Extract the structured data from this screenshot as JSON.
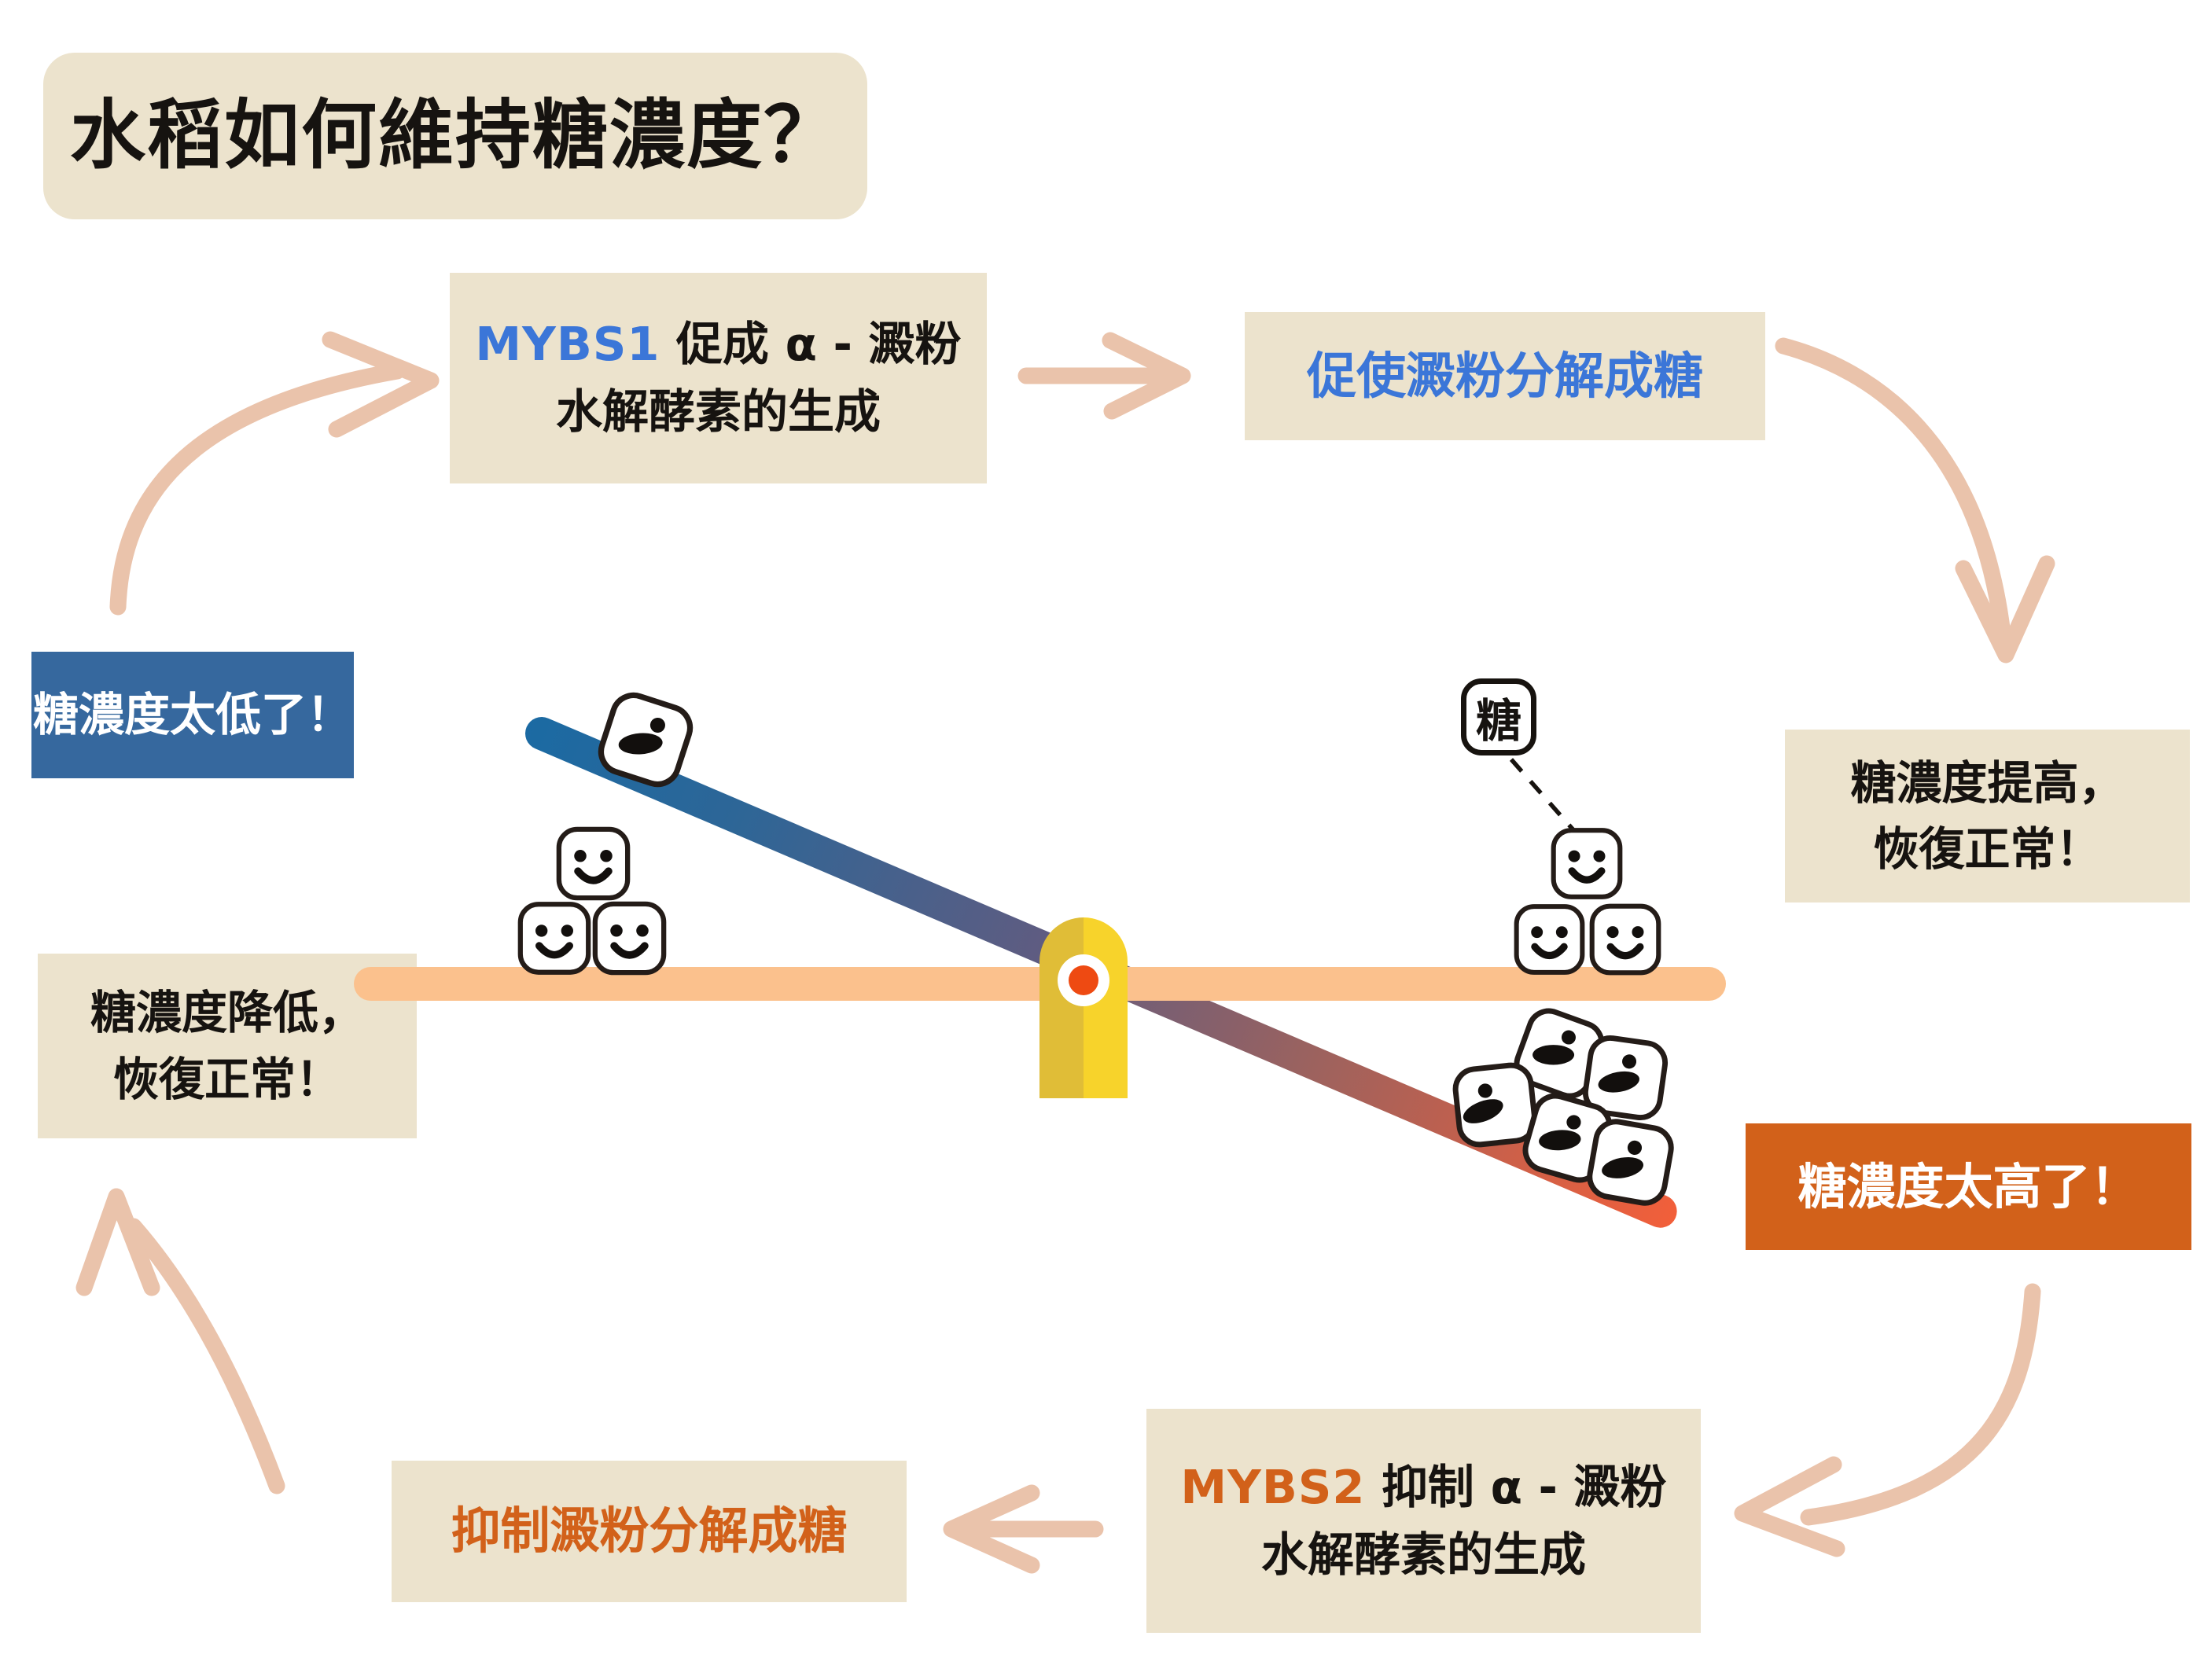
{
  "title": "水稻如何維持糖濃度？",
  "colors": {
    "beige": "#ece3cd",
    "blue_box": "#36689e",
    "blue_text": "#3b76d8",
    "orange": "#d2611a",
    "arrow": "#eac3ab",
    "bar": "#fbc18d",
    "fulcrum_left": "#e0bd37",
    "fulcrum_right": "#f7d32b",
    "pivot_dot": "#ee4a12",
    "beam_blue": "#1b6aa3",
    "beam_red": "#f25f3a",
    "text_dark": "#161310"
  },
  "cycle": {
    "too_low": {
      "label": "糖濃度太低了！"
    },
    "mybs1": {
      "gene": "MYBS1",
      "line1_rest": " 促成 α - 澱粉",
      "line2": "水解酵素的生成"
    },
    "promote": {
      "label": "促使澱粉分解成糖"
    },
    "sugar_raised": {
      "line1": "糖濃度提高，",
      "line2": "恢復正常！"
    },
    "too_high": {
      "label": "糖濃度太高了！"
    },
    "mybs2": {
      "gene": "MYBS2",
      "line1_rest": " 抑制  α - 澱粉",
      "line2": "水解酵素的生成"
    },
    "inhibit": {
      "label": "抑制澱粉分解成糖"
    },
    "sugar_lowered": {
      "line1": "糖濃度降低，",
      "line2": "恢復正常！"
    }
  },
  "seesaw": {
    "sugar_bubble_label": "糖"
  },
  "icons": {
    "arrows": [
      "curved-arrow-up-right",
      "arrow-right",
      "curved-arrow-down",
      "curved-arrow-down-left",
      "arrow-left",
      "curved-arrow-up-left"
    ],
    "cubes": {
      "happy": "smiling-sugar-cube",
      "worried": "worried-sugar-cube"
    }
  }
}
